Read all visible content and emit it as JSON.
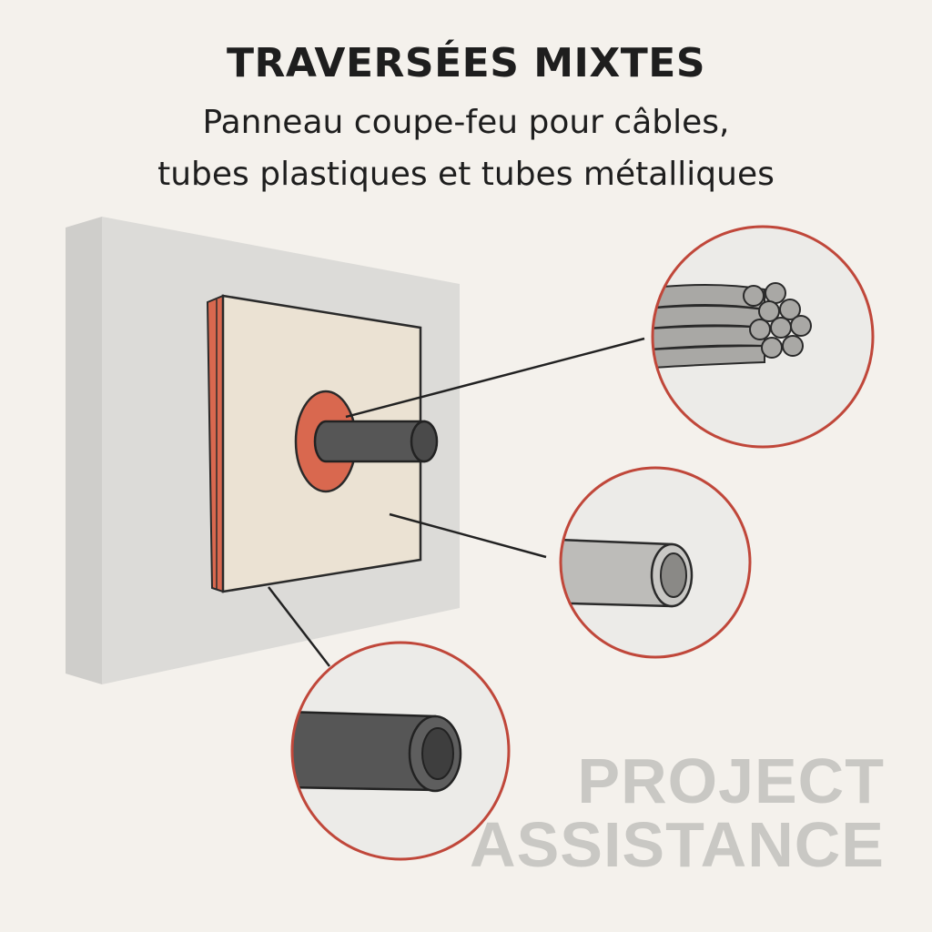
{
  "header": {
    "title": "TRAVERSÉES MIXTES",
    "subtitle_line1": "Panneau coupe-feu pour câbles,",
    "subtitle_line2": "tubes plastiques et tubes métalliques"
  },
  "diagram": {
    "components": [
      "wall",
      "fire-panel",
      "sealing-ring",
      "pipe",
      "cable-bundle-detail",
      "plastic-tube-detail",
      "metal-tube-detail"
    ],
    "colors": {
      "background": "#f4f1ec",
      "wall": "#dcdbd8",
      "panel": "#ebe2d3",
      "accent_red": "#d9684f",
      "circle_border": "#c0473a",
      "dark_tube": "#565656",
      "light_tube": "#bdbcb9"
    }
  },
  "watermark": {
    "line1": "PROJECT",
    "line2": "ASSISTANCE"
  }
}
